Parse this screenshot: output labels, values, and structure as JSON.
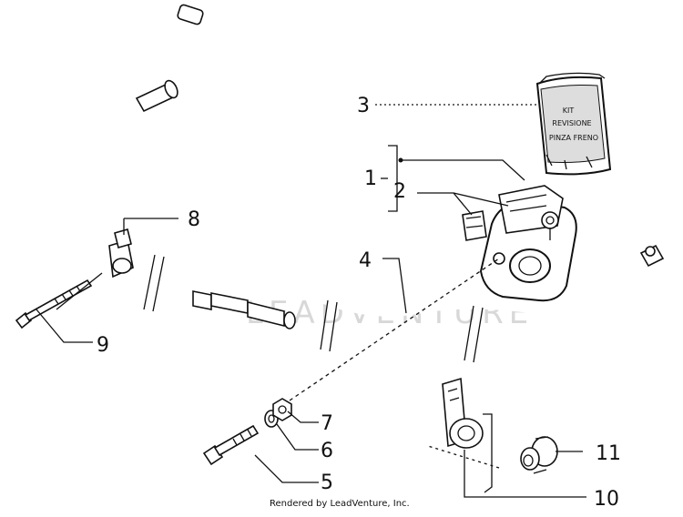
{
  "diagram": {
    "callouts": [
      {
        "id": "c1",
        "label": "1"
      },
      {
        "id": "c2",
        "label": "2"
      },
      {
        "id": "c3",
        "label": "3"
      },
      {
        "id": "c4",
        "label": "4"
      },
      {
        "id": "c5",
        "label": "5"
      },
      {
        "id": "c6",
        "label": "6"
      },
      {
        "id": "c7",
        "label": "7"
      },
      {
        "id": "c8",
        "label": "8"
      },
      {
        "id": "c9",
        "label": "9"
      },
      {
        "id": "c10",
        "label": "10"
      },
      {
        "id": "c11",
        "label": "11"
      }
    ],
    "kit_bag": {
      "line1": "KIT",
      "line2": "REVISIONE",
      "line3": "PINZA FRENO"
    },
    "watermark": "LEADVENTURE",
    "credit": "Rendered by LeadVenture, Inc."
  }
}
